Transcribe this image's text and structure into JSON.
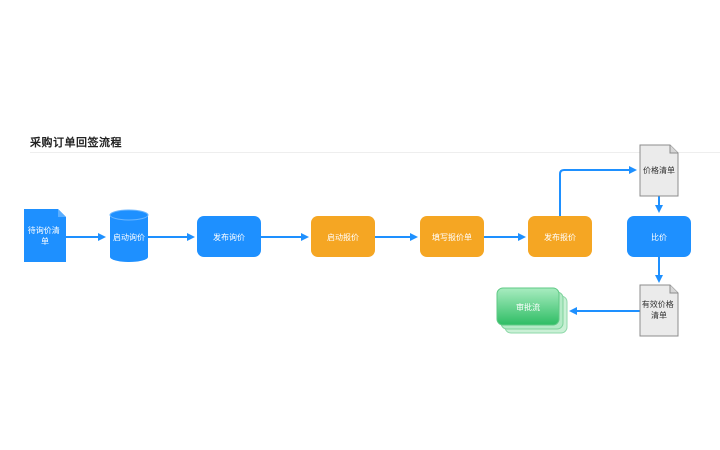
{
  "title": "采购订单回签流程",
  "colors": {
    "blue": "#1e90ff",
    "orange": "#f5a623",
    "green": "#3cc872",
    "doc_fill": "#ebebeb",
    "doc_stroke": "#8c8c8c",
    "arrow": "#1e90ff"
  },
  "nodes": {
    "pending_list": {
      "lines": [
        "待询价清",
        "单"
      ]
    },
    "start_inquiry": {
      "lines": [
        "启动询价"
      ]
    },
    "publish_inquiry": {
      "lines": [
        "发布询价"
      ]
    },
    "start_quote": {
      "lines": [
        "启动报价"
      ]
    },
    "fill_quote": {
      "lines": [
        "填写报价单"
      ]
    },
    "publish_quote": {
      "lines": [
        "发布报价"
      ]
    },
    "price_list": {
      "lines": [
        "价格清单"
      ]
    },
    "compare": {
      "lines": [
        "比价"
      ]
    },
    "valid_price_list": {
      "lines": [
        "有效价格",
        "清单"
      ]
    },
    "approval": {
      "lines": [
        "审批流"
      ]
    }
  }
}
